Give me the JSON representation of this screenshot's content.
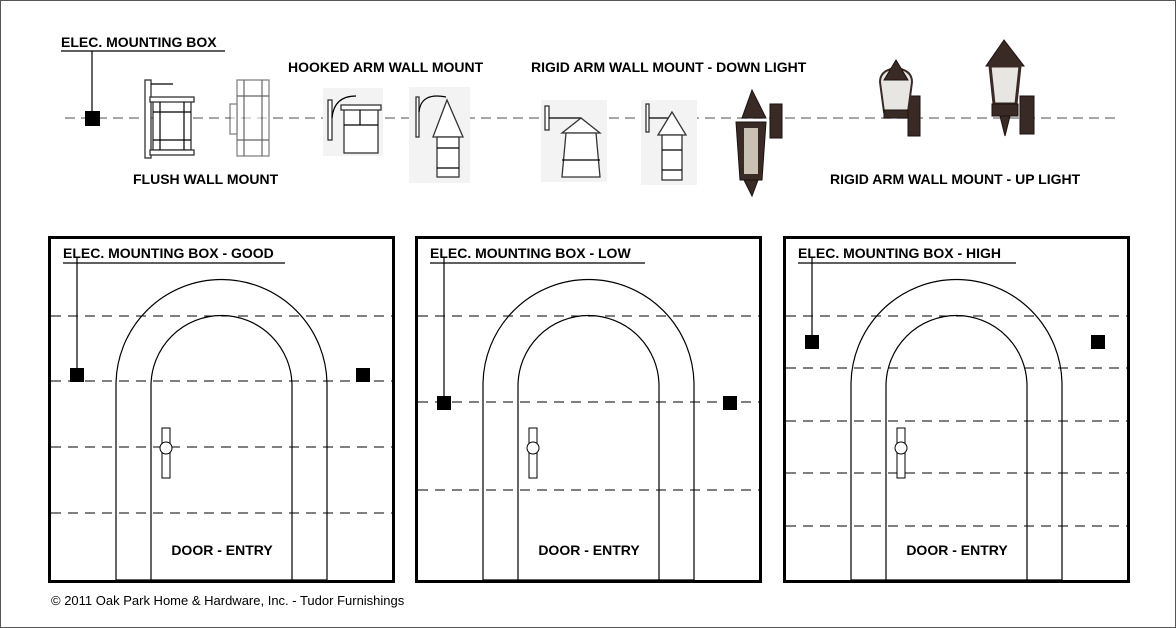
{
  "top": {
    "mounting_box_label": "ELEC. MOUNTING BOX",
    "flush_label": "FLUSH WALL MOUNT",
    "hooked_label": "HOOKED ARM WALL MOUNT",
    "rigid_down_label": "RIGID ARM WALL MOUNT - DOWN LIGHT",
    "rigid_up_label": "RIGID ARM WALL MOUNT - UP LIGHT"
  },
  "panels": [
    {
      "title": "ELEC. MOUNTING BOX - GOOD",
      "door_label": "DOOR - ENTRY"
    },
    {
      "title": "ELEC. MOUNTING BOX - LOW",
      "door_label": "DOOR - ENTRY"
    },
    {
      "title": "ELEC. MOUNTING BOX - HIGH",
      "door_label": "DOOR - ENTRY"
    }
  ],
  "footer": {
    "copyright": "© 2011 Oak Park Home & Hardware, Inc. - Tudor Furnishings"
  }
}
